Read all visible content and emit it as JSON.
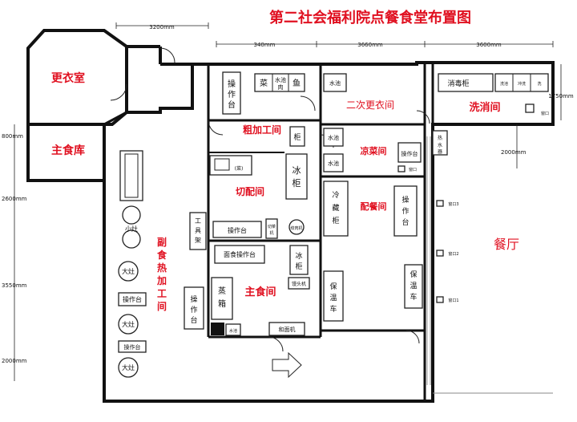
{
  "title": "第二社会福利院点餐食堂布置图",
  "dimensions": {
    "d3200": "3200mm",
    "d340": "340mm",
    "d3660": "3660mm",
    "d3600": "3600mm",
    "d1750": "1750mm",
    "d800": "800mm",
    "d2600": "2600mm",
    "d3550": "3550mm",
    "d2000_left": "2000mm",
    "d2000_right": "2000mm"
  },
  "rooms": {
    "locker": "更衣室",
    "staple_store": "主食库",
    "rough_processing": "粗加工间",
    "cutting": "切配间",
    "staple_room": "主食间",
    "side_hot": "副食热加工间",
    "second_locker": "二次更衣间",
    "wash": "洗消间",
    "cold_dish": "凉菜间",
    "serving": "配餐间",
    "dining": "餐厅"
  },
  "fixtures": {
    "op_table": "操作台",
    "vegetable": "菜",
    "sink_meat": "水池肉",
    "fish": "鱼",
    "sink": "水池",
    "cabinet": "柜",
    "fridge": "冰柜",
    "cut_veg": "(菜)",
    "tool_rack": "工具架",
    "cut_machine": "切菜机",
    "meat_grinder": "绞肉机",
    "dough_table": "面食操作台",
    "steamer": "蒸箱",
    "bun_machine": "馒头机",
    "dough_mixer": "和面机",
    "small_stove": "小灶",
    "big_stove": "大灶",
    "disinfect_cabinet": "消毒柜",
    "wash_sink_1": "洗池",
    "wash_sink_2": "冲洗",
    "wash_sink_3": "洗",
    "hot_water_tank": "热水器",
    "cold_storage": "冷藏柜",
    "warm_cart": "保温车",
    "warm_cart2": "保温车",
    "sink2": "水池",
    "sink3": "水池",
    "sink4": "水池",
    "window": "窗口",
    "window1": "窗口1",
    "window2": "窗口2",
    "window3": "窗口3"
  }
}
